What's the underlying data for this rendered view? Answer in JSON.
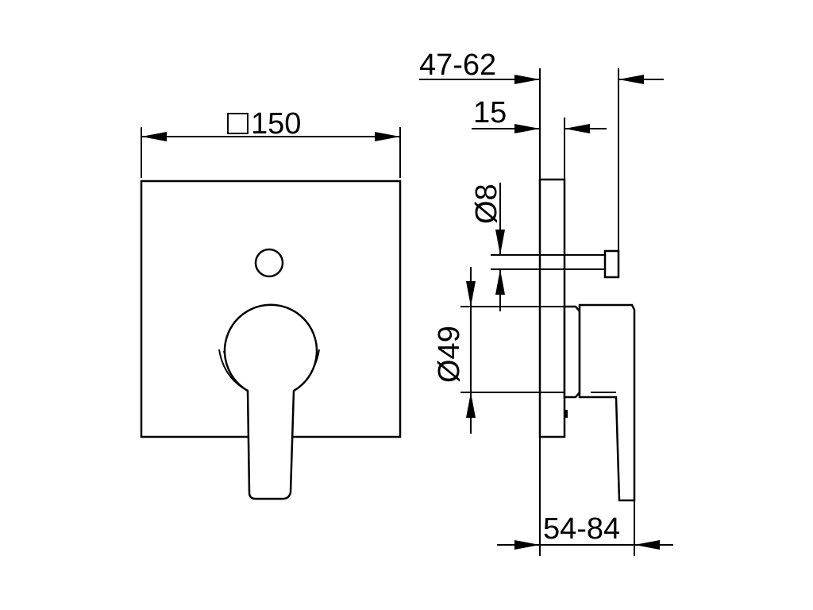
{
  "dimensions": {
    "plate_width": "150",
    "depth_range_top": "47-62",
    "plate_offset": "15",
    "small_diameter": "Ø8",
    "body_diameter": "Ø49",
    "projection_range": "54-84"
  },
  "colors": {
    "line": "#000000",
    "background": "#ffffff"
  }
}
